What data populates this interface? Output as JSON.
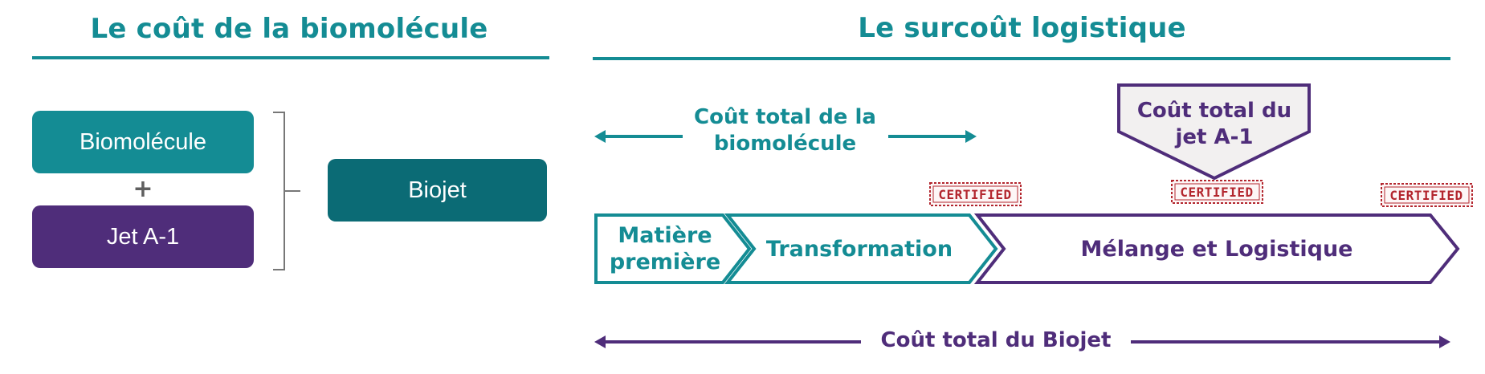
{
  "left_section": {
    "title": "Le coût de la biomolécule",
    "box_biomolecule": "Biomolécule",
    "plus": "+",
    "box_jet": "Jet A-1",
    "box_biojet": "Biojet"
  },
  "right_section": {
    "title": "Le surcoût logistique",
    "cout_biomolecule": "Coût total de la biomolécule",
    "cout_jet": "Coût total du jet A-1",
    "stages": [
      "Matière première",
      "Transformation",
      "Mélange et Logistique"
    ],
    "stamp": "CERTIFIED",
    "cout_biojet": "Coût total du Biojet"
  },
  "colors": {
    "teal": "#148c94",
    "dark_teal": "#0b6b75",
    "purple": "#4f2d7a",
    "stamp_red": "#b3262e"
  }
}
